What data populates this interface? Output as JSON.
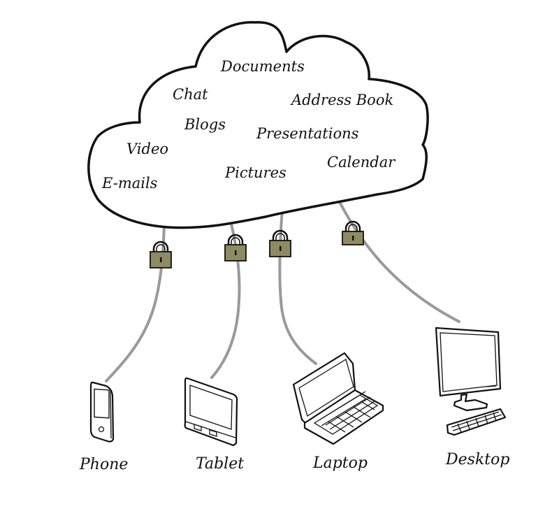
{
  "cloud": {
    "services": [
      {
        "label": "Documents"
      },
      {
        "label": "Chat"
      },
      {
        "label": "Address Book"
      },
      {
        "label": "Blogs"
      },
      {
        "label": "Presentations"
      },
      {
        "label": "Video"
      },
      {
        "label": "Calendar"
      },
      {
        "label": "E-mails"
      },
      {
        "label": "Pictures"
      }
    ]
  },
  "devices": [
    {
      "label": "Phone",
      "icon": "phone-icon"
    },
    {
      "label": "Tablet",
      "icon": "tablet-icon"
    },
    {
      "label": "Laptop",
      "icon": "laptop-icon"
    },
    {
      "label": "Desktop",
      "icon": "desktop-icon"
    }
  ],
  "colors": {
    "lock_fill": "#8e8b62",
    "wire": "#9a9a9a",
    "outline": "#111111"
  }
}
